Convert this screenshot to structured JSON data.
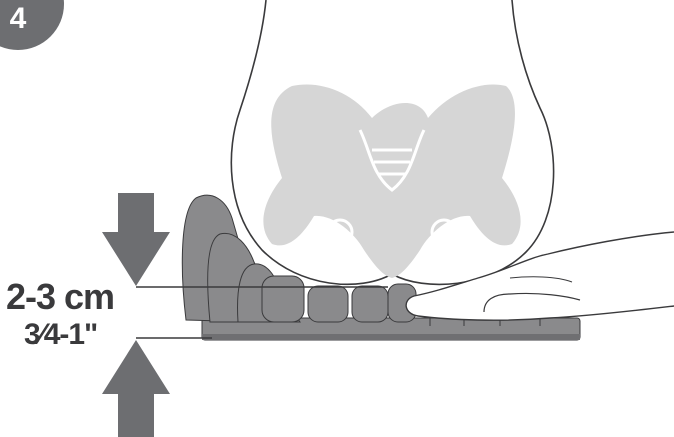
{
  "step": {
    "number": "4"
  },
  "measurement": {
    "metric": "2-3 cm",
    "imperial": "3⁄4-1\""
  },
  "colors": {
    "badge": "#6d6e71",
    "pelvis": "#d6d6d6",
    "cushion": "#8a8a8c",
    "cushion_dark": "#6f6f72",
    "arrow": "#6d6e71",
    "outline": "#3a3a3c",
    "text": "#3a3a3c"
  },
  "icons": {
    "down_arrow": "arrow-down-icon",
    "up_arrow": "arrow-up-icon",
    "pelvis": "pelvis-bone-icon",
    "hand": "hand-icon"
  }
}
